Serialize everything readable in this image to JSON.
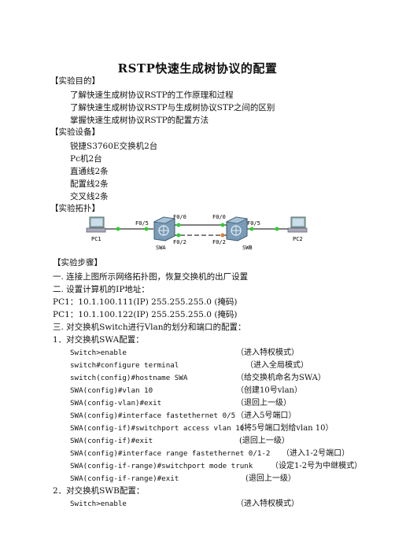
{
  "doc": {
    "title": "RSTP快速生成树协议的配置",
    "sec_purpose": "【实验目的】",
    "purpose": [
      "了解快速生成树协议RSTP的工作原理和过程",
      "了解快速生成树协议RSTP与生成树协议STP之间的区别",
      "掌握快速生成树协议RSTP的配置方法"
    ],
    "sec_equipment": "【实验设备】",
    "equipment": [
      "锐捷S3760E交换机2台",
      "Pc机2台",
      "直通线2条",
      "配置线2条",
      "交叉线2条"
    ],
    "sec_topology": "【实验拓扑】",
    "topology": {
      "pc1": "PC1",
      "pc2": "PC2",
      "swa": "SWA",
      "swb": "SWB",
      "swa_f05": "F0/5",
      "swa_f00": "F0/0",
      "swa_f02": "F0/2",
      "swb_f00": "F0/0",
      "swb_f02": "F0/2",
      "swb_f05": "F0/5"
    },
    "sec_steps": "【实验步骤】",
    "step1": "一.  连接上图所示网络拓扑图，恢复交换机的出厂设置",
    "step2": "二.  设置计算机的IP地址：",
    "pc1_ip": "PC1：10.1.100.111(IP)      255.255.255.0 (掩码)",
    "pc2_ip": "PC1：10.1.100.122(IP)      255.255.255.0 (掩码)",
    "step3": "三.  对交换机Switch进行Vlan的划分和端口的配置：",
    "sub1": "1．对交换机SWA配置：",
    "swa_cmds": [
      {
        "cmd": "Switch>enable",
        "note": "（进入特权模式）"
      },
      {
        "cmd": "switch#configure terminal",
        "note": "（进入全局模式）"
      },
      {
        "cmd": "switch(config)#hostname SWA",
        "note": "（给交换机命名为SWA）"
      },
      {
        "cmd": "SWA(config)#vlan 10",
        "note": "（创建10号vlan）"
      },
      {
        "cmd": "SWA(config-vlan)#exit",
        "note": "（退回上一级）"
      },
      {
        "cmd": "SWA(config)#interface fastethernet 0/5",
        "note": "（进入5号端口）"
      },
      {
        "cmd": "SWA(config-if)#switchport access vlan 10",
        "note": "（将5号端口划给vlan 10）"
      },
      {
        "cmd": "SWA(config-if)#exit",
        "note": "(退回上一级）"
      },
      {
        "cmd": "SWA(config)#interface range fastethernet 0/1-2",
        "note": "（进入1-2号端口）"
      },
      {
        "cmd": "SWA(config-if-range)#switchport mode trunk",
        "note": "（设定1-2号为中继模式）"
      },
      {
        "cmd": "SWA(config-if-range)#exit",
        "note": "(退回上一级）"
      }
    ],
    "sub2": "2．对交换机SWB配置：",
    "swb_cmds": [
      {
        "cmd": "Switch>enable",
        "note": "（进入特权模式）"
      }
    ]
  }
}
